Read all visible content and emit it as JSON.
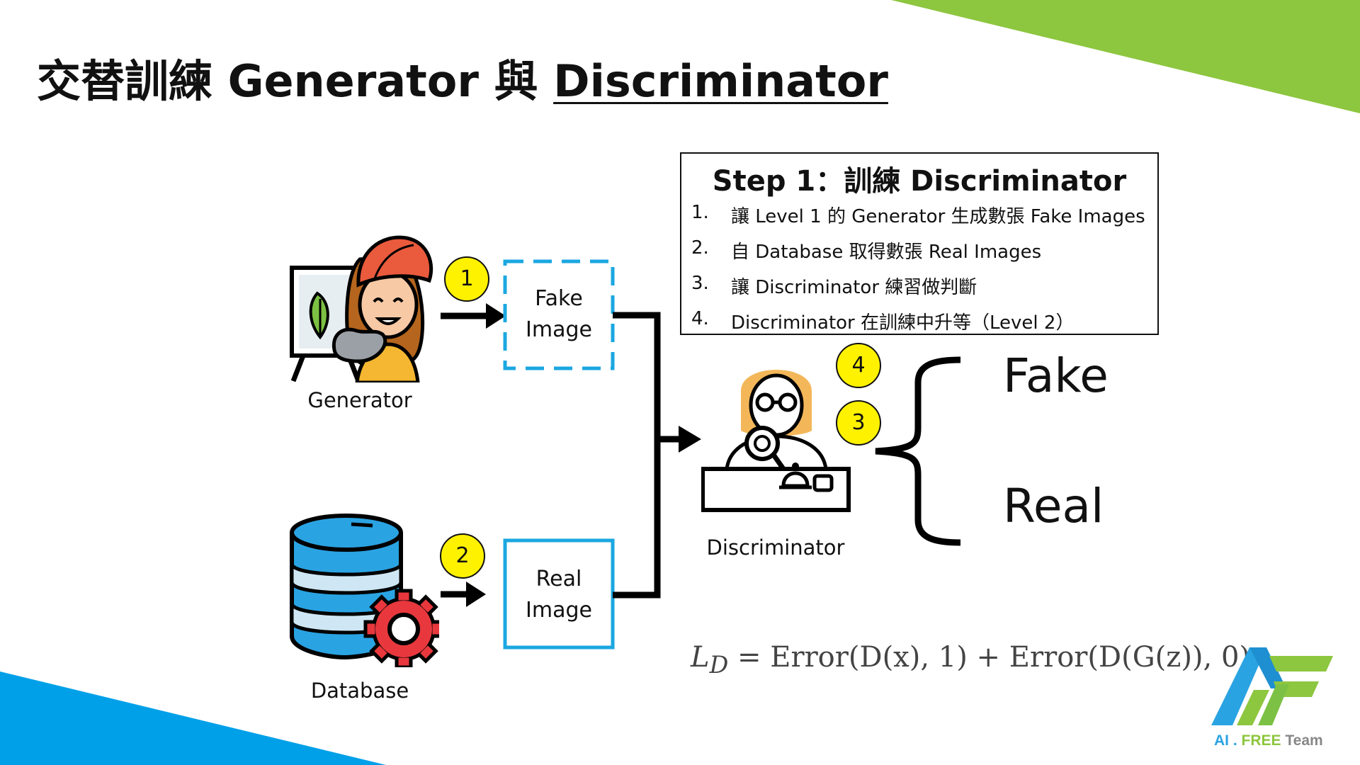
{
  "slide": {
    "title_part1": "交替訓練 Generator 與 ",
    "title_part2": "Discriminator"
  },
  "step_box": {
    "title": "Step 1：訓練 Discriminator",
    "items": [
      {
        "num": "1.",
        "text": "讓 Level 1 的 Generator 生成數張 Fake Images"
      },
      {
        "num": "2.",
        "text": "自 Database 取得數張 Real Images"
      },
      {
        "num": "3.",
        "text": "讓 Discriminator 練習做判斷"
      },
      {
        "num": "4.",
        "text": "Discriminator 在訓練中升等（Level 2）"
      }
    ]
  },
  "nodes": {
    "generator_label": "Generator",
    "database_label": "Database",
    "discriminator_label": "Discriminator",
    "fake_image_box": [
      "Fake",
      "Image"
    ],
    "real_image_box": [
      "Real",
      "Image"
    ]
  },
  "badges": [
    "1",
    "2",
    "3",
    "4"
  ],
  "outputs": {
    "fake": "Fake",
    "real": "Real"
  },
  "formula": {
    "lhs": "L",
    "lhs_sub": "D",
    "rhs": " = Error(D(x), 1) + Error(D(G(z)), 0)"
  },
  "logo": {
    "ai": "AI",
    "dot": " . ",
    "free": "FREE",
    "team": " Team"
  },
  "colors": {
    "accent_green": "#8dc63f",
    "accent_blue": "#00a0e9",
    "box_blue": "#1ba7e1",
    "badge_yellow": "#fff200"
  },
  "icons": {
    "generator": "artist-girl-icon",
    "database": "database-gear-icon",
    "discriminator": "inspector-magnifier-icon",
    "logo": "af-logo-icon"
  }
}
